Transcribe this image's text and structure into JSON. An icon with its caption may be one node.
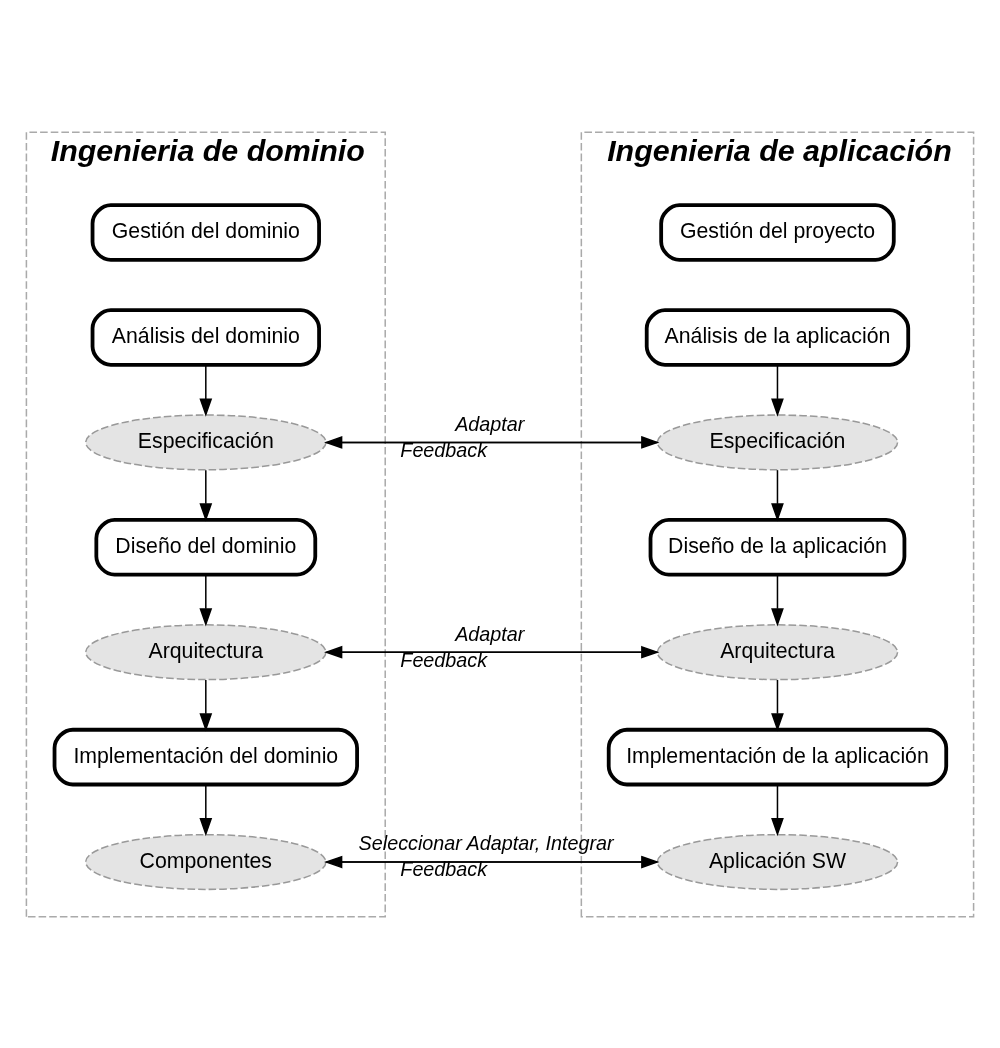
{
  "diagram": {
    "nodes": [
      {
        "text": [
          "Ingenieria de dominio"
        ]
      },
      {
        "text": [
          "Gestión del dominio"
        ],
        "in": 0
      },
      {
        "text": [
          "Análisis del dominio"
        ],
        "in": 0
      },
      {
        "text": [
          "Especificación"
        ],
        "in": 0
      },
      {
        "text": [
          "Diseño del dominio"
        ],
        "in": 0
      },
      {
        "text": [
          "Arquitectura"
        ],
        "in": 0
      },
      {
        "text": [
          "Implementación del dominio"
        ],
        "in": 0
      },
      {
        "text": [
          "Componentes"
        ],
        "in": 0
      },
      {
        "text": [
          "Ingenieria de aplicación"
        ]
      },
      {
        "text": [
          "Gestión del proyecto"
        ],
        "in": 8
      },
      {
        "text": [
          "Análisis de la aplicación"
        ],
        "in": 8
      },
      {
        "text": [
          "Especificación"
        ],
        "in": 8
      },
      {
        "text": [
          "Diseño de la aplicación"
        ],
        "in": 8
      },
      {
        "text": [
          "Arquitectura"
        ],
        "in": 8
      },
      {
        "text": [
          "Implementación de la aplicación"
        ],
        "in": 8
      },
      {
        "text": [
          "Aplicación SW"
        ],
        "in": 8
      }
    ],
    "edges": [
      {
        "from": 2,
        "to": 3,
        "arrow": "to"
      },
      {
        "from": 3,
        "to": 4,
        "arrow": "to"
      },
      {
        "from": 4,
        "to": 5,
        "arrow": "to"
      },
      {
        "from": 5,
        "to": 6,
        "arrow": "to"
      },
      {
        "from": 6,
        "to": 7,
        "arrow": "to"
      },
      {
        "from": 10,
        "to": 11,
        "arrow": "to"
      },
      {
        "from": 11,
        "to": 12,
        "arrow": "to"
      },
      {
        "from": 12,
        "to": 13,
        "arrow": "to"
      },
      {
        "from": 13,
        "to": 14,
        "arrow": "to"
      },
      {
        "from": 14,
        "to": 15,
        "arrow": "to"
      },
      {
        "from": 3,
        "to": 11,
        "label": "Adaptar",
        "arrow": "to"
      },
      {
        "from": 11,
        "to": 3,
        "label": "Feedback",
        "arrow": "to"
      },
      {
        "from": 5,
        "to": 13,
        "label": "Adaptar",
        "arrow": "to"
      },
      {
        "from": 13,
        "to": 5,
        "label": "Feedback",
        "arrow": "to"
      },
      {
        "from": 7,
        "to": 15,
        "label": "Seleccionar Adaptar, Integrar",
        "arrow": "to"
      },
      {
        "from": 15,
        "to": 7,
        "label": "Feedback",
        "arrow": "to"
      }
    ]
  }
}
